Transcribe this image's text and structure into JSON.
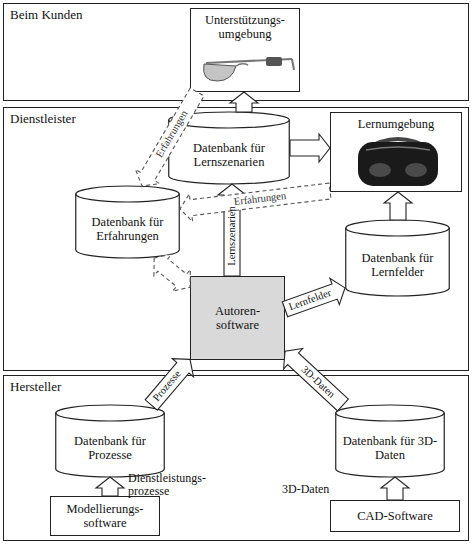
{
  "diagram": {
    "nodes": [
      {
        "text": [
          "Beim Kunden"
        ]
      },
      {
        "text": [
          "Unterstützungs- umgebung"
        ],
        "in": 0
      },
      {
        "text": [
          "Dienstleister"
        ]
      },
      {
        "text": [
          "Datenbank für Lernszenarien"
        ],
        "in": 2
      },
      {
        "text": [
          "Lernumgebung"
        ],
        "in": 2
      },
      {
        "text": [
          "Datenbank für Erfahrungen"
        ],
        "in": 2
      },
      {
        "text": [
          "Autoren- software"
        ],
        "in": 2
      },
      {
        "text": [
          "Datenbank für Lernfelder"
        ],
        "in": 2
      },
      {
        "text": [
          "Hersteller"
        ]
      },
      {
        "text": [
          "Datenbank für Prozesse"
        ],
        "in": 8
      },
      {
        "text": [
          "Datenbank für 3D-Daten"
        ],
        "in": 8
      },
      {
        "text": [
          "Modellierungs- software"
        ],
        "in": 8
      },
      {
        "text": [
          "CAD-Software"
        ],
        "in": 8
      }
    ],
    "edges": [
      {
        "from": 11,
        "to": 9,
        "label": "Dienstleistungs- prozesse",
        "arrow": "to"
      },
      {
        "from": 12,
        "to": 10,
        "label": "3D-Daten",
        "arrow": "to"
      },
      {
        "from": 9,
        "to": 6,
        "label": "Prozesse",
        "arrow": "to"
      },
      {
        "from": 10,
        "to": 6,
        "label": "3D-Daten",
        "arrow": "to"
      },
      {
        "from": 6,
        "to": 3,
        "label": "Lernszenarien",
        "arrow": "to"
      },
      {
        "from": 6,
        "to": 7,
        "label": "Lernfelder",
        "arrow": "to"
      },
      {
        "from": 7,
        "to": 4,
        "arrow": "to"
      },
      {
        "from": 3,
        "to": 4,
        "arrow": "to"
      },
      {
        "from": 3,
        "to": 1,
        "arrow": "to"
      },
      {
        "from": 1,
        "to": 5,
        "label": "Erfahrungen",
        "arrow": "to"
      },
      {
        "from": 4,
        "to": 5,
        "label": "Erfahrungen",
        "arrow": "to"
      },
      {
        "from": 5,
        "to": 6,
        "arrow": "both"
      }
    ]
  }
}
